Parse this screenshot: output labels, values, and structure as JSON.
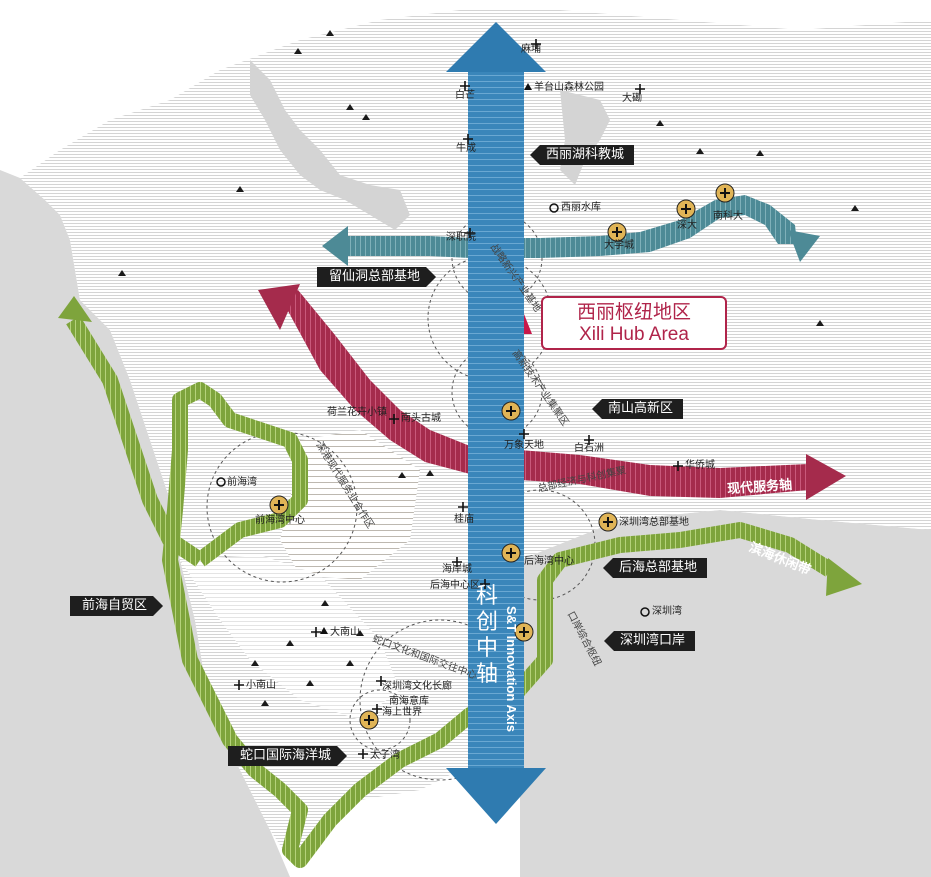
{
  "colors": {
    "land_grey": "#d8d8d8",
    "blue_axis": "#2f7bb0",
    "teal_arrow": "#4d8a96",
    "crimson_arrow": "#a52b4c",
    "green_belt": "#7ea43c",
    "hub_red": "#c8184a",
    "tag_black": "#1e1e1e",
    "station_gold": "#e0b456"
  },
  "hub": {
    "zh": "西丽枢纽地区",
    "en": "Xili Hub Area"
  },
  "axis": {
    "zh": "科创中轴",
    "en": "S&T Innovation Axis"
  },
  "arrow_labels": {
    "modern_service": "现代服务轴",
    "coastal_leisure": "滨海休闲带"
  },
  "tags": {
    "xili_lake": "西丽湖科教城",
    "liuxiandong": "留仙洞总部基地",
    "nanshan_hitech": "南山高新区",
    "houhai": "后海总部基地",
    "shenzhen_bay_port": "深圳湾口岸",
    "qianhai": "前海自贸区",
    "shekou": "蛇口国际海洋城"
  },
  "places": {
    "mabu": "麻埔",
    "baimang": "白芒",
    "yangtaishan": "羊台山森林公园",
    "dakan": "大磡",
    "zhucheng": "牛成",
    "xili_reservoir": "西丽水库",
    "daxuecheng": "大学城",
    "shenda": "深大",
    "nankeda": "南科大",
    "shenzhenyuan": "深职院",
    "helan": "荷兰花卉小镇",
    "nantou": "南头古城",
    "wanxiang": "万象天地",
    "baishizhou": "白石洲",
    "huaqiaocheng": "华侨城",
    "qianhaiwan": "前海湾",
    "qianhaiwan_center": "前海湾中心",
    "guimiao": "桂庙",
    "shenzhenwan_hq": "深圳湾总部基地",
    "houhaiwan_center": "后海湾中心",
    "haiancheng": "海岸城",
    "houhai_center": "后海中心区",
    "shenzhenwan": "深圳湾",
    "danan": "大南山",
    "xiaonan": "小南山",
    "culture_corridor": "深圳湾文化长廊",
    "nanhaiyiku": "南海意库",
    "haishang": "海上世界",
    "taiziwan": "太子湾"
  },
  "diag_labels": {
    "zhanlue": "战略新兴产业基地",
    "gaoxin": "高新技术产业集聚区",
    "qianhai_service": "深港现代服务业合作区",
    "zongbu": "总部经济与科创集聚",
    "kouan": "口岸综合枢纽",
    "shekou_culture": "蛇口文化和国际交往中心"
  }
}
